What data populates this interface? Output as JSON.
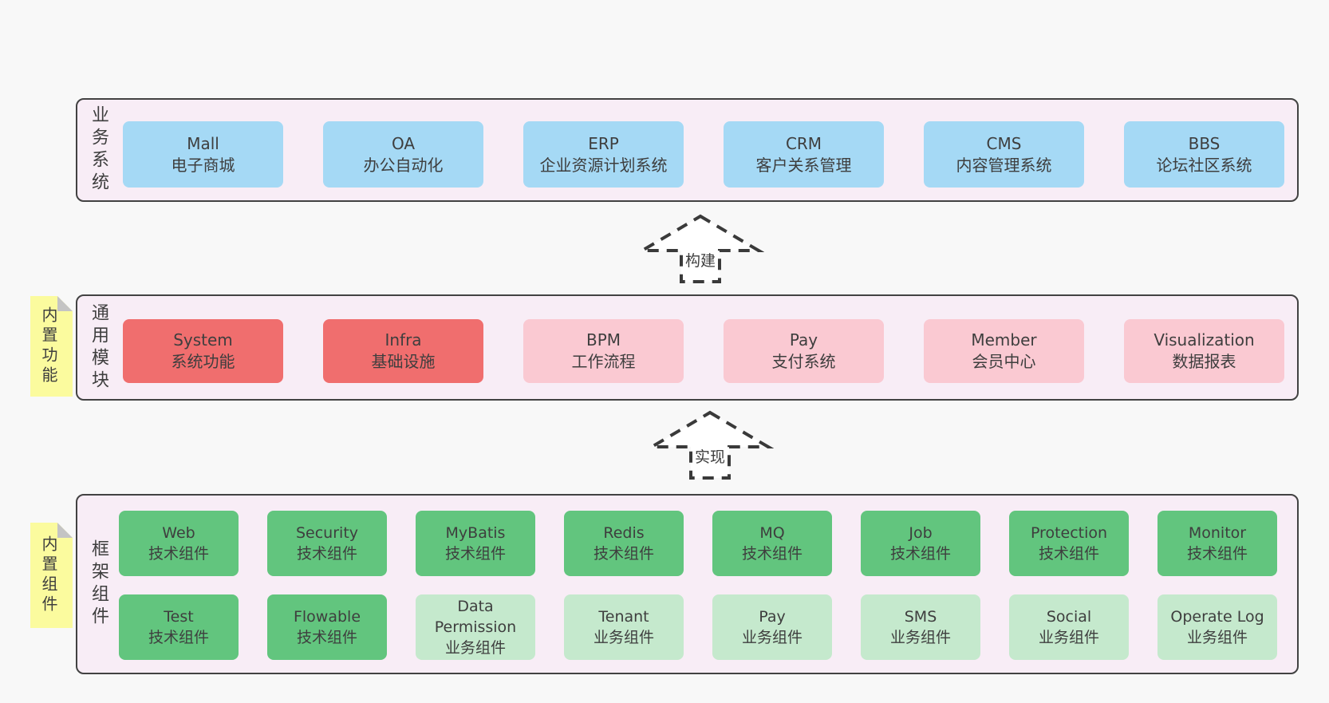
{
  "diagram_title": "",
  "colors": {
    "page_bg": "#f8f8f8",
    "panel_bg": "#f8edf6",
    "panel_border": "#424242",
    "box_blue": "#a5d9f5",
    "box_red": "#f06e6e",
    "box_pink": "#fac9d2",
    "box_green": "#62c57e",
    "box_lightgreen": "#c5e9cd",
    "sticky_yellow": "#fbfb9e",
    "sticky_fold_gray": "#c4c4c4",
    "arrow_dash": "#3a3a3a",
    "text": "#3e3e3e"
  },
  "stickies": [
    {
      "label": "内置功能"
    },
    {
      "label": "内置组件"
    }
  ],
  "arrows": [
    {
      "label": "构建"
    },
    {
      "label": "实现"
    }
  ],
  "sections": [
    {
      "label": "业务系统",
      "boxes": [
        {
          "name": "Mall",
          "subtitle": "电子商城"
        },
        {
          "name": "OA",
          "subtitle": "办公自动化"
        },
        {
          "name": "ERP",
          "subtitle": "企业资源计划系统"
        },
        {
          "name": "CRM",
          "subtitle": "客户关系管理"
        },
        {
          "name": "CMS",
          "subtitle": "内容管理系统"
        },
        {
          "name": "BBS",
          "subtitle": "论坛社区系统"
        }
      ]
    },
    {
      "label": "通用模块",
      "boxes": [
        {
          "name": "System",
          "subtitle": "系统功能"
        },
        {
          "name": "Infra",
          "subtitle": "基础设施"
        },
        {
          "name": "BPM",
          "subtitle": "工作流程"
        },
        {
          "name": "Pay",
          "subtitle": "支付系统"
        },
        {
          "name": "Member",
          "subtitle": "会员中心"
        },
        {
          "name": "Visualization",
          "subtitle": "数据报表"
        }
      ]
    },
    {
      "label": "框架组件",
      "rows": [
        [
          {
            "name": "Web",
            "subtitle": "技术组件"
          },
          {
            "name": "Security",
            "subtitle": "技术组件"
          },
          {
            "name": "MyBatis",
            "subtitle": "技术组件"
          },
          {
            "name": "Redis",
            "subtitle": "技术组件"
          },
          {
            "name": "MQ",
            "subtitle": "技术组件"
          },
          {
            "name": "Job",
            "subtitle": "技术组件"
          },
          {
            "name": "Protection",
            "subtitle": "技术组件"
          },
          {
            "name": "Monitor",
            "subtitle": "技术组件"
          }
        ],
        [
          {
            "name": "Test",
            "subtitle": "技术组件"
          },
          {
            "name": "Flowable",
            "subtitle": "技术组件"
          },
          {
            "name": "Data Permission",
            "subtitle": "业务组件"
          },
          {
            "name": "Tenant",
            "subtitle": "业务组件"
          },
          {
            "name": "Pay",
            "subtitle": "业务组件"
          },
          {
            "name": "SMS",
            "subtitle": "业务组件"
          },
          {
            "name": "Social",
            "subtitle": "业务组件"
          },
          {
            "name": "Operate Log",
            "subtitle": "业务组件"
          }
        ]
      ]
    }
  ]
}
